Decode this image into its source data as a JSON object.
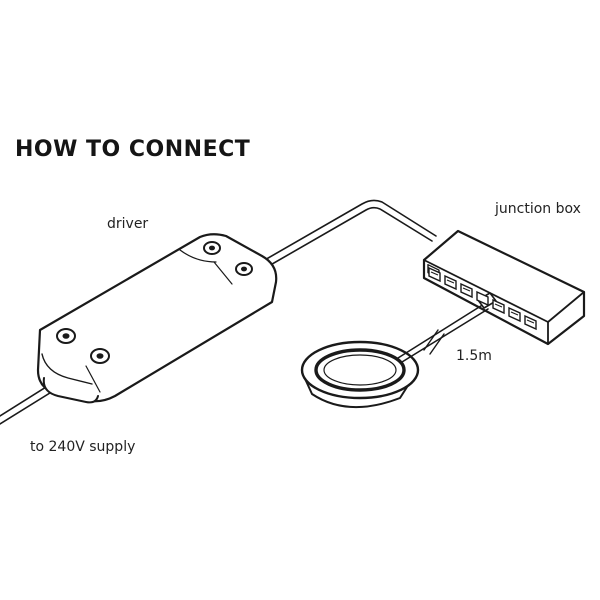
{
  "title": "HOW TO CONNECT",
  "labels": {
    "driver": "driver",
    "junction_box": "junction box",
    "cable_length": "1.5m",
    "supply": "to 240V supply"
  },
  "colors": {
    "ink": "#1a1a1a",
    "background": "#ffffff"
  }
}
